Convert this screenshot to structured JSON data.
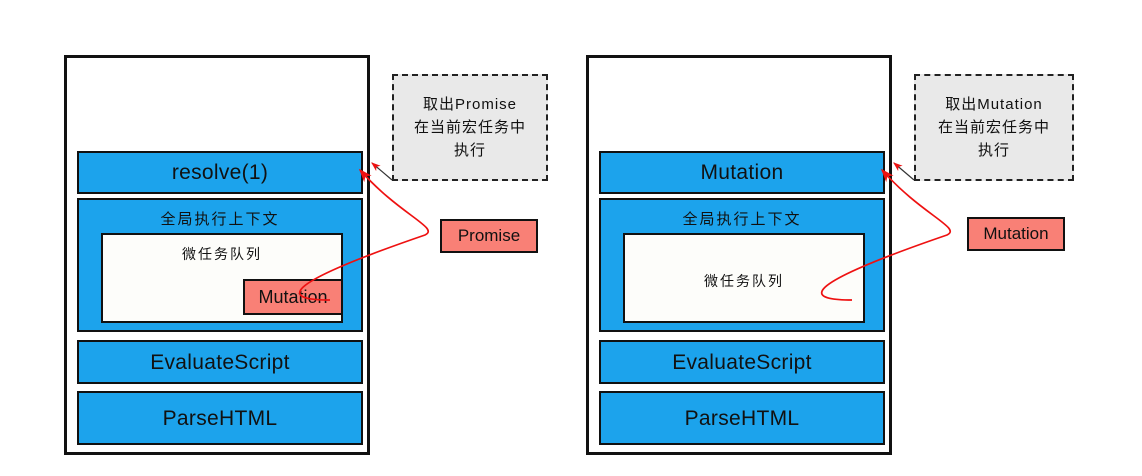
{
  "diagram": {
    "title": "Event loop: microtask drained into current macrotask",
    "colors": {
      "frame_blue": "#1CA3EC",
      "task_red": "#F98076",
      "callout_gray": "#E9E9E9",
      "arrow_red": "#EE1111",
      "outline_black": "#111111"
    }
  },
  "panels": [
    {
      "id": "before",
      "frames": [
        {
          "name": "top-frame",
          "label": "resolve(1)",
          "cjk": false
        },
        {
          "name": "context-frame",
          "label": "全局执行上下文",
          "cjk": true
        },
        {
          "name": "evaluate-frame",
          "label": "EvaluateScript",
          "cjk": false
        },
        {
          "name": "parse-frame",
          "label": "ParseHTML",
          "cjk": false
        }
      ],
      "queue": {
        "label": "微任务队列",
        "empty": false,
        "items": [
          {
            "label": "Mutation"
          }
        ]
      },
      "callout": {
        "lines": [
          "取出Promise",
          "在当前宏任务中",
          "执行"
        ]
      },
      "floating_chip": {
        "label": "Promise"
      }
    },
    {
      "id": "after",
      "frames": [
        {
          "name": "top-frame",
          "label": "Mutation",
          "cjk": false
        },
        {
          "name": "context-frame",
          "label": "全局执行上下文",
          "cjk": true
        },
        {
          "name": "evaluate-frame",
          "label": "EvaluateScript",
          "cjk": false
        },
        {
          "name": "parse-frame",
          "label": "ParseHTML",
          "cjk": false
        }
      ],
      "queue": {
        "label": "微任务队列",
        "empty": true,
        "items": []
      },
      "callout": {
        "lines": [
          "取出Mutation",
          "在当前宏任务中",
          "执行"
        ]
      },
      "floating_chip": {
        "label": "Mutation"
      }
    }
  ]
}
